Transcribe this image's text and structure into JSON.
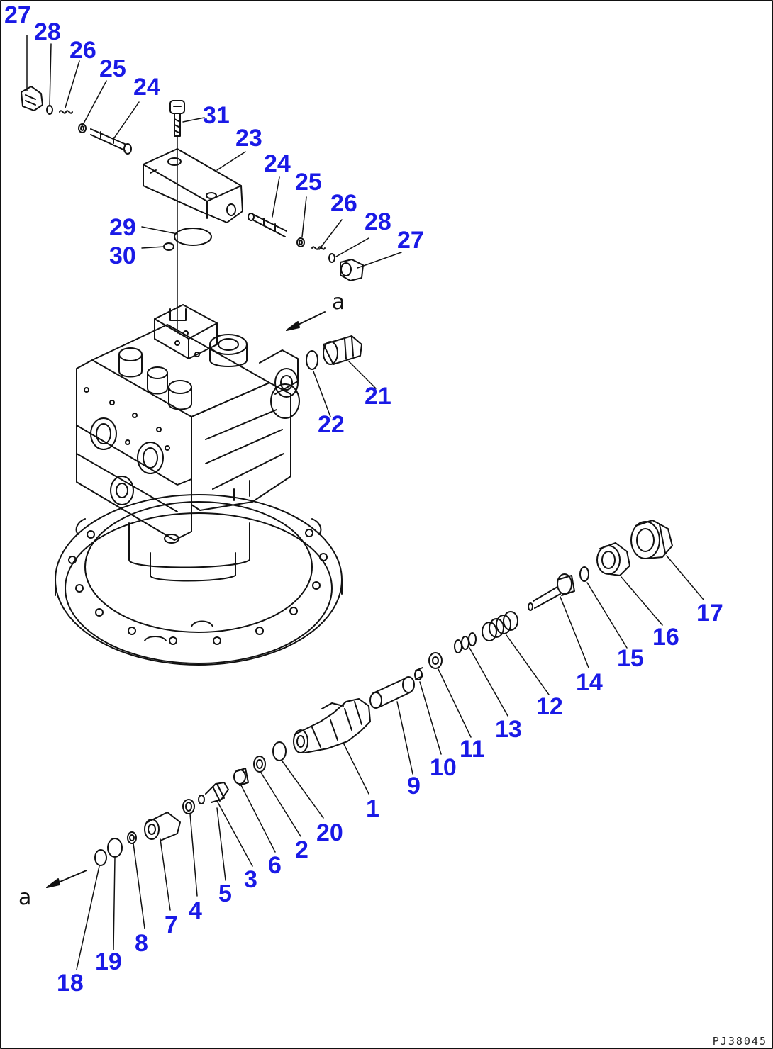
{
  "callouts": [
    {
      "id": "c27a",
      "text": "27"
    },
    {
      "id": "c28a",
      "text": "28"
    },
    {
      "id": "c26a",
      "text": "26"
    },
    {
      "id": "c25a",
      "text": "25"
    },
    {
      "id": "c24a",
      "text": "24"
    },
    {
      "id": "c31",
      "text": "31"
    },
    {
      "id": "c23",
      "text": "23"
    },
    {
      "id": "c24b",
      "text": "24"
    },
    {
      "id": "c25b",
      "text": "25"
    },
    {
      "id": "c26b",
      "text": "26"
    },
    {
      "id": "c28b",
      "text": "28"
    },
    {
      "id": "c27b",
      "text": "27"
    },
    {
      "id": "c29",
      "text": "29"
    },
    {
      "id": "c30",
      "text": "30"
    },
    {
      "id": "c21",
      "text": "21"
    },
    {
      "id": "c22",
      "text": "22"
    },
    {
      "id": "c17",
      "text": "17"
    },
    {
      "id": "c16",
      "text": "16"
    },
    {
      "id": "c15",
      "text": "15"
    },
    {
      "id": "c14",
      "text": "14"
    },
    {
      "id": "c12",
      "text": "12"
    },
    {
      "id": "c13",
      "text": "13"
    },
    {
      "id": "c11",
      "text": "11"
    },
    {
      "id": "c10",
      "text": "10"
    },
    {
      "id": "c9",
      "text": "9"
    },
    {
      "id": "c1",
      "text": "1"
    },
    {
      "id": "c20",
      "text": "20"
    },
    {
      "id": "c2",
      "text": "2"
    },
    {
      "id": "c6",
      "text": "6"
    },
    {
      "id": "c3",
      "text": "3"
    },
    {
      "id": "c5",
      "text": "5"
    },
    {
      "id": "c4",
      "text": "4"
    },
    {
      "id": "c7",
      "text": "7"
    },
    {
      "id": "c8",
      "text": "8"
    },
    {
      "id": "c19",
      "text": "19"
    },
    {
      "id": "c18",
      "text": "18"
    }
  ],
  "view_markers": [
    {
      "id": "a_top",
      "text": "a"
    },
    {
      "id": "a_bottom",
      "text": "a"
    }
  ],
  "drawing_code": "PJ38045",
  "colors": {
    "callout": "#1a1ae6",
    "line": "#111111",
    "background": "#ffffff"
  }
}
